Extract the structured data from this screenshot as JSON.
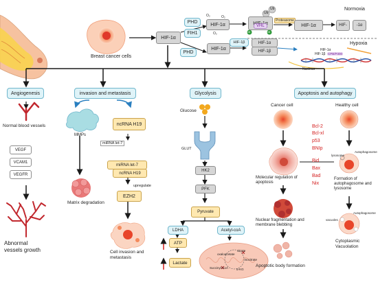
{
  "top": {
    "breast_cancer_cells": "Breast cancer cells",
    "hif1a": "HIF-1α",
    "normoxia": "Normoxia",
    "hypoxia": "Hypoxia",
    "phd": "PHD",
    "fih1": "FIH1",
    "o2": "O₂",
    "ub": "Ub",
    "vhl": "VHL",
    "oh": "OH",
    "proteasome": "Proteasome",
    "hif_fragment_left": "HIF-",
    "hif_fragment_right": "-1α",
    "hif1b": "HIF-1β",
    "nucleus": "Nucleus",
    "cbp_p300": "CPB/P300",
    "hif1a_small": "HIF-1α",
    "hif1b_small": "HIF-1β"
  },
  "headers": {
    "angiogenesis": "Angiogenesis",
    "invasion": "invasion and metastasis",
    "glycolysis": "Glycolysis",
    "apoptosis": "Apoptosis and autophagy"
  },
  "angiogenesis": {
    "normal_vessels": "Normal blood vessels",
    "markers": [
      "VEGF",
      "VCAM1",
      "VEGFR"
    ],
    "abnormal": "Abnormal vessels growth"
  },
  "invasion": {
    "mmps": "MMPs",
    "nc_h19": "ncRNA H19",
    "mirna_let7_small": "miRNA let-7",
    "mirna_let7": "miRNA let-7",
    "nc_h19_2": "ncRNA H19",
    "upregulate": "upregulate",
    "ezh2": "EZH2",
    "matrix": "Matrix degradation",
    "cell_invasion": "Cell invasion and metastasis"
  },
  "glycolysis": {
    "glucose": "Glucose",
    "glut": "GLUT",
    "hk2": "HK2",
    "pfk": "PFK",
    "pyruvate": "Pyruvate",
    "ldha": "LDHA",
    "acetyl": "Acetyl-coA",
    "atp": "ATP",
    "lactate": "Lactate",
    "citrate": "citrate",
    "oxaloacetate": "oxaloacetate",
    "isocitrate": "isocitrate",
    "succinyl": "Succinyl-CoA",
    "akg": "α-KG"
  },
  "apoptosis": {
    "cancer_cell": "Cancer cell",
    "healthy_cell": "Healthy cell",
    "genes": [
      "Bcl-2",
      "Bcl-xl",
      "p53",
      "BNIp",
      "Bid",
      "Bax",
      "Bad",
      "Nix"
    ],
    "molecular_reg": "Molecular regulation of apoptosis",
    "lysosome": "lysosome",
    "autophagosome": "Autophagosome",
    "formation": "Formation of autophagosome and lysosome",
    "nuclear_frag": "Nuclear fragmentation and membrane blebbing",
    "autophagosome2": "Autophagosome",
    "vacuoles": "vacuoles",
    "cytoplasmic": "Cytoplasmic Vacuolation",
    "apoptotic_body": "Apoptotic body formation"
  },
  "colors": {
    "arrow": "#1a1a1a",
    "red": "#d42020",
    "teal_box": "#dff3f8",
    "yellow_box": "#ffe8b0",
    "cell_orange": "#f26a3a",
    "vessel_red": "#c1272d"
  }
}
